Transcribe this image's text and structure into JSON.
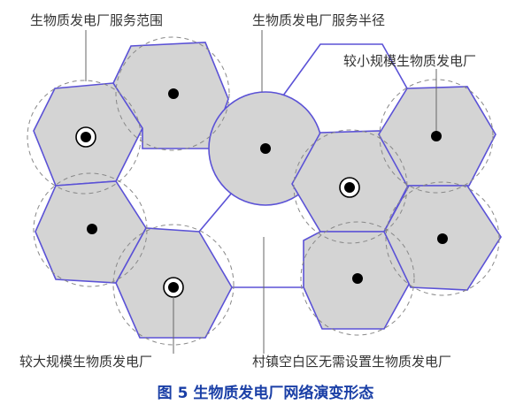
{
  "labels": {
    "service_range": "生物质发电厂服务范围",
    "service_radius": "生物质发电厂服务半径",
    "small_plant": "较小规模生物质发电厂",
    "large_plant": "较大规模生物质发电厂",
    "no_plant_zone": "村镇空白区无需设置生物质发电厂"
  },
  "caption": "图 5 生物质发电厂网络演变形态",
  "colors": {
    "cell_fill": "#d4d4d4",
    "cell_stroke": "#5b52d6",
    "dashed_circle": "#888888",
    "leader": "#666666",
    "caption": "#1a3fa6"
  }
}
